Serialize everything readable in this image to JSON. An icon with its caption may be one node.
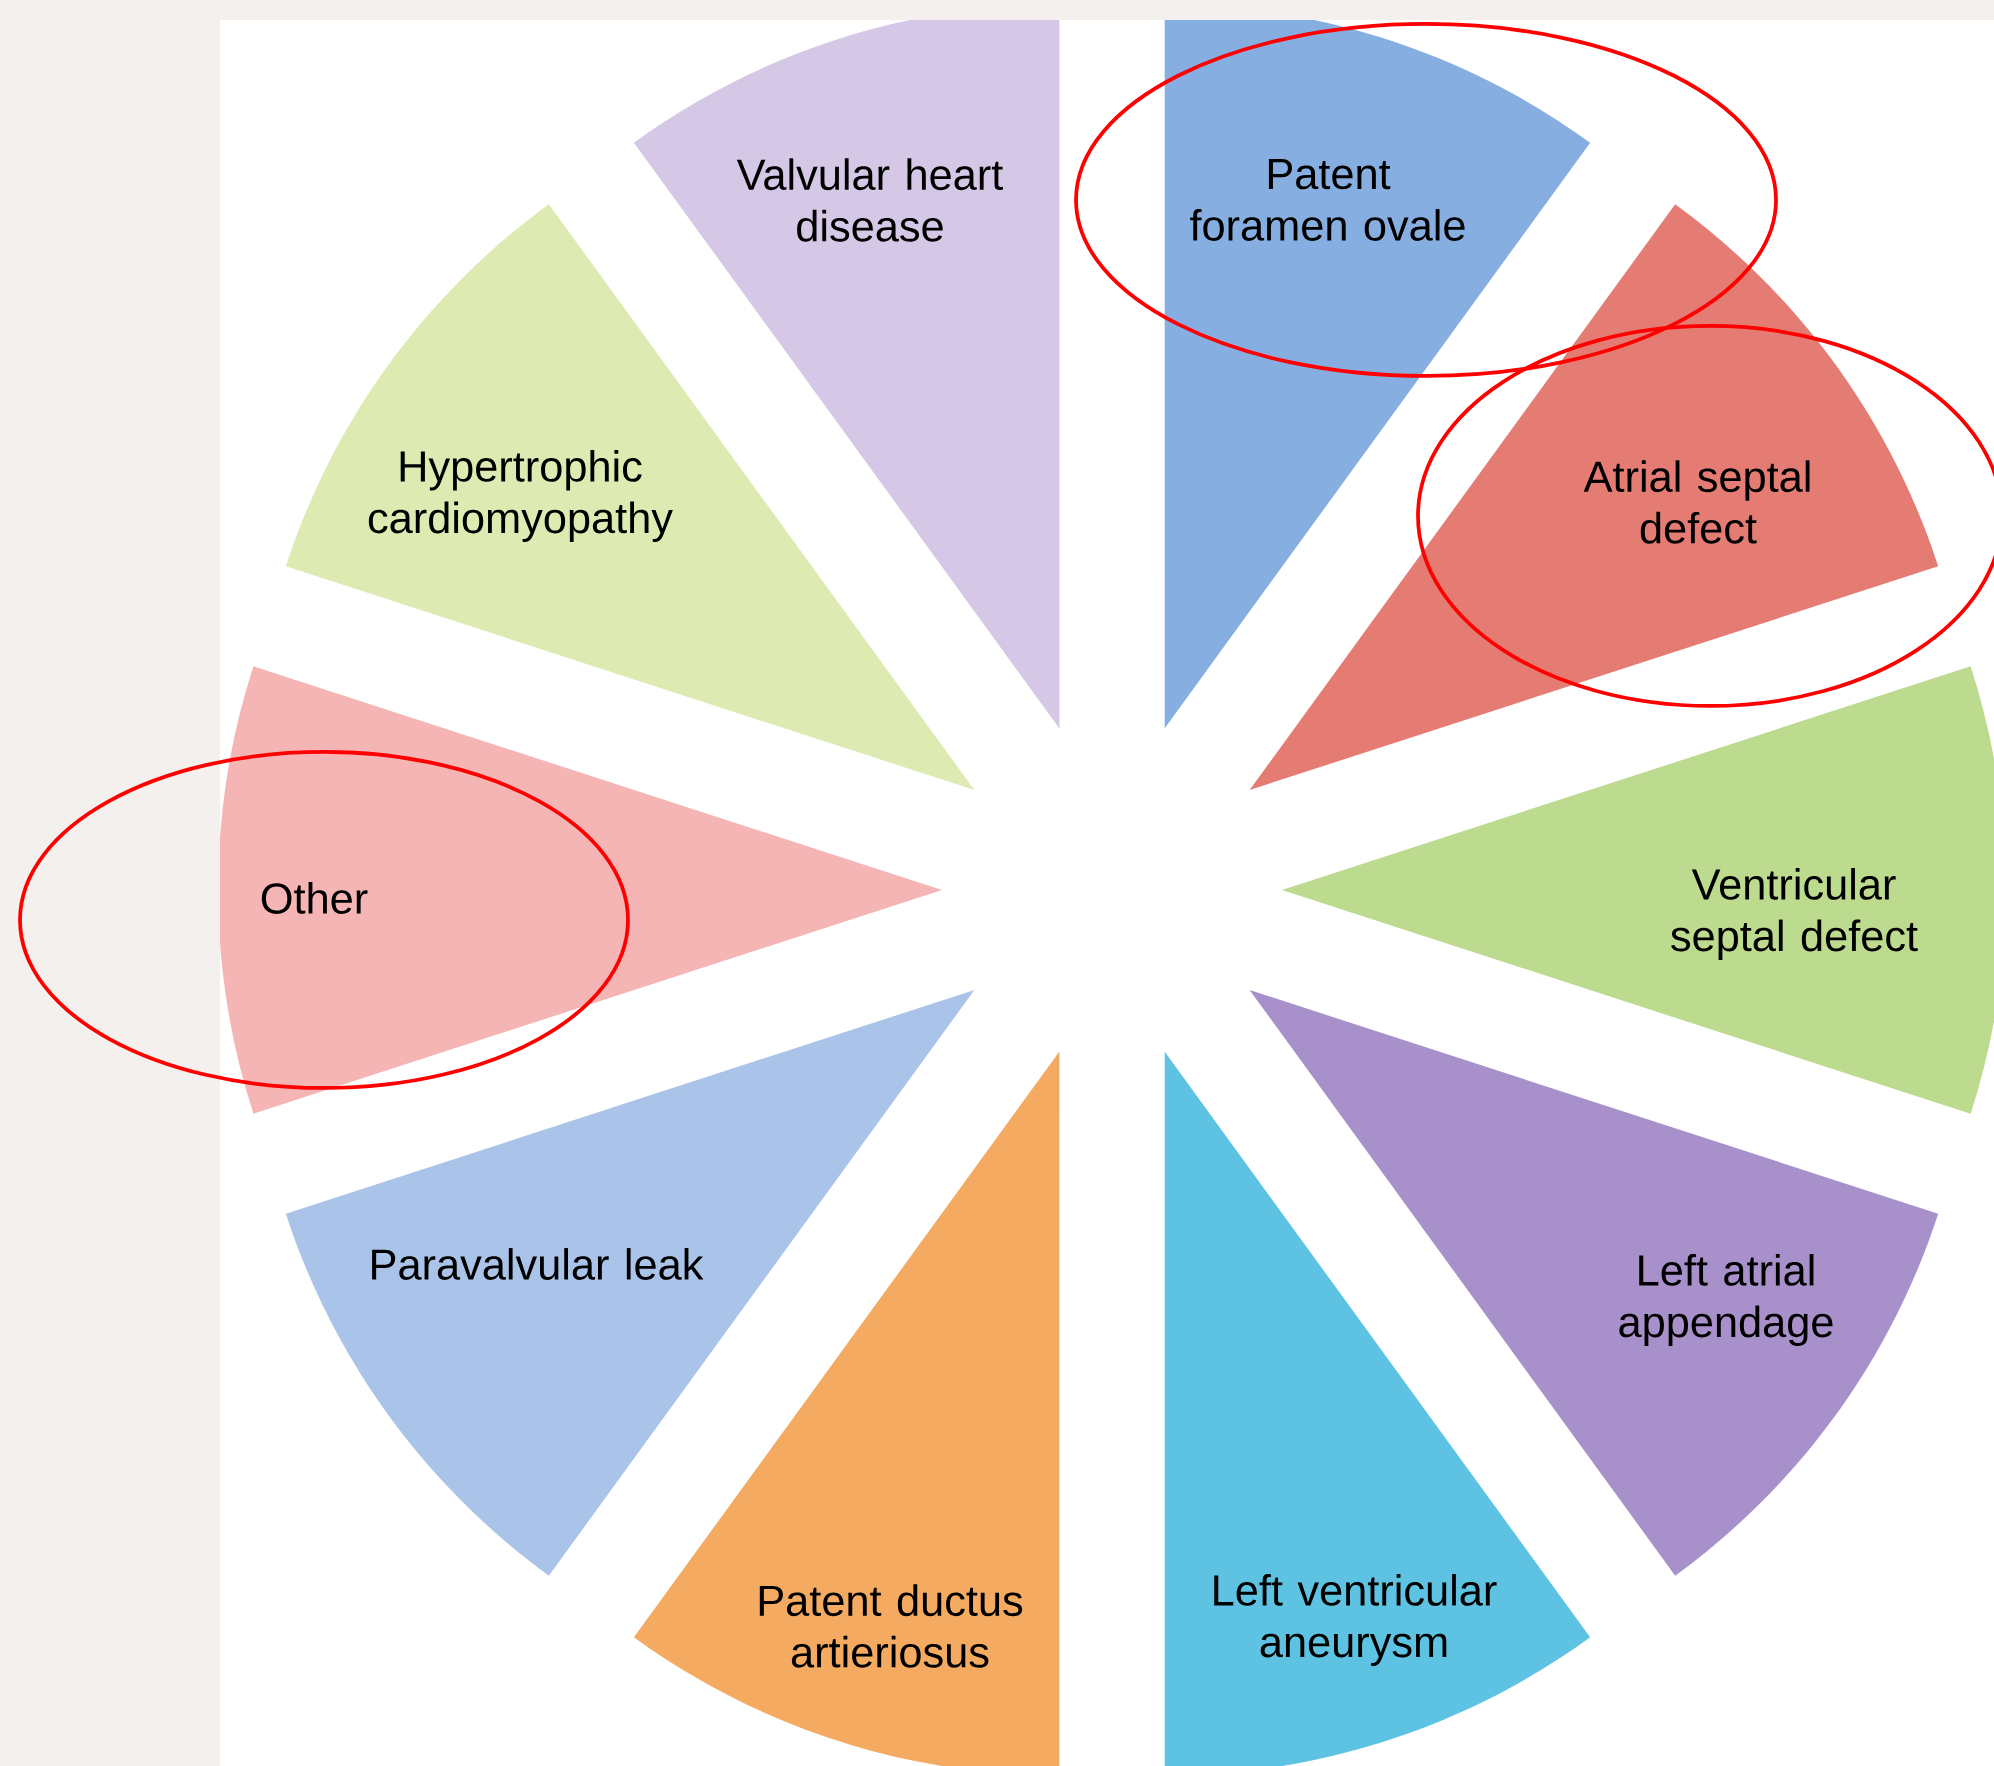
{
  "diagram": {
    "nodes": [
      {
        "text": [
          "Valvular heart disease"
        ]
      },
      {
        "text": [
          "Patent foramen ovale"
        ]
      },
      {
        "text": [
          "Atrial septal defect"
        ]
      },
      {
        "text": [
          "Ventricular septal defect"
        ]
      },
      {
        "text": [
          "Left atrial appendage"
        ]
      },
      {
        "text": [
          "Left ventricular aneurysm"
        ]
      },
      {
        "text": [
          "Patent ductus artieriosus"
        ]
      },
      {
        "text": [
          "Paravalvular leak"
        ]
      },
      {
        "text": [
          "Other"
        ]
      },
      {
        "text": [
          "Hypertrophic cardiomyopathy"
        ]
      }
    ]
  }
}
